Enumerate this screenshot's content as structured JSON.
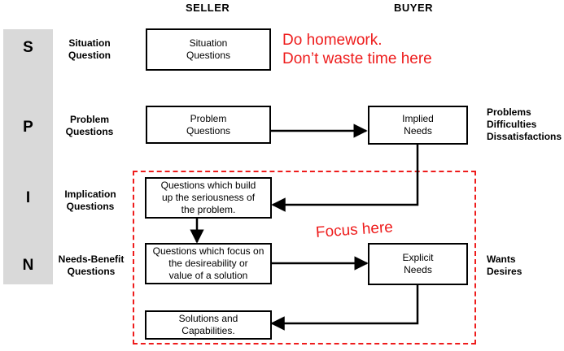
{
  "headers": {
    "seller": "SELLER",
    "buyer": "BUYER"
  },
  "spin": [
    "S",
    "P",
    "I",
    "N"
  ],
  "left_labels": {
    "situation": [
      "Situation",
      "Question"
    ],
    "problem": [
      "Problem",
      "Questions"
    ],
    "implication": [
      "Implication",
      "Questions"
    ],
    "needs_benefit": [
      "Needs-Benefit",
      "Questions"
    ]
  },
  "boxes": {
    "situation": [
      "Situation",
      "Questions"
    ],
    "problem": [
      "Problem",
      "Questions"
    ],
    "implied": [
      "Implied",
      "Needs"
    ],
    "implication": [
      "Questions which build",
      "up the seriousness of",
      "the problem."
    ],
    "needs_benefit": [
      "Questions which focus on",
      "the desireability or",
      "value of a solution"
    ],
    "explicit": [
      "Explicit",
      "Needs"
    ],
    "solutions": [
      "Solutions and",
      "Capabilities."
    ]
  },
  "right_labels": {
    "problems": [
      "Problems",
      "Difficulties",
      "Dissatisfactions"
    ],
    "wants": [
      "Wants",
      "Desires"
    ]
  },
  "notes": {
    "homework": [
      "Do homework.",
      "Don’t waste time here"
    ],
    "focus": "Focus here"
  },
  "colors": {
    "accent_red": "#ee1c1c",
    "spin_bar": "#d9d9d9"
  }
}
